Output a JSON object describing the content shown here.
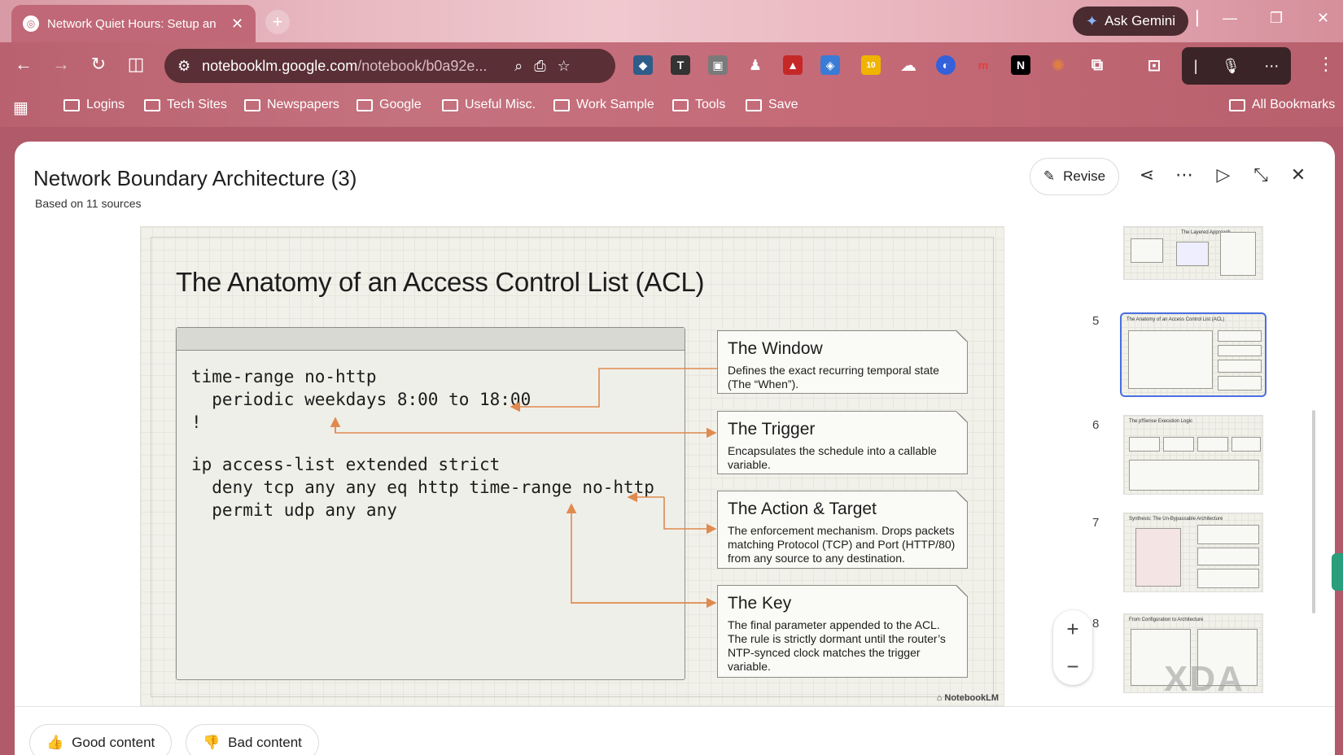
{
  "browser": {
    "tab_title": "Network Quiet Hours: Setup an",
    "ask_gemini": "Ask Gemini",
    "url_host": "notebooklm.google.com",
    "url_path": "/notebook/b0a92e...",
    "extension_badge": "10",
    "bookmarks": [
      "Logins",
      "Tech Sites",
      "Newspapers",
      "Google",
      "Useful Misc.",
      "Work Sample",
      "Tools",
      "Save"
    ],
    "all_bookmarks": "All Bookmarks"
  },
  "panel": {
    "title": "Network Boundary Architecture (3)",
    "subtitle": "Based on 11 sources",
    "revise_label": "Revise"
  },
  "slide": {
    "title": "The Anatomy of an Access Control List (ACL)",
    "code_lines": [
      "time-range no-http",
      "  periodic weekdays 8:00 to 18:00",
      "!",
      "ip access-list extended strict",
      "  deny tcp any any eq http time-range no-http",
      "  permit udp any any"
    ],
    "cards": [
      {
        "title": "The Window",
        "body": "Defines the exact recurring temporal state (The “When”)."
      },
      {
        "title": "The Trigger",
        "body": "Encapsulates the schedule into a callable variable."
      },
      {
        "title": "The Action & Target",
        "body": "The enforcement mechanism. Drops packets matching Protocol (TCP) and Port (HTTP/80) from any source to any destination."
      },
      {
        "title": "The Key",
        "body": "The final parameter appended to the ACL. The rule is strictly dormant until the router’s NTP-synced clock matches the trigger variable."
      }
    ],
    "brand": "NotebookLM",
    "arrow_color": "#e08a4f"
  },
  "thumbnails": [
    {
      "num": "",
      "caption": "The Layered Approach"
    },
    {
      "num": "5",
      "caption": "The Anatomy of an Access Control List (ACL)"
    },
    {
      "num": "6",
      "caption": "The pfSense Execution Logic"
    },
    {
      "num": "7",
      "caption": "Synthesis: The Un-Bypassable Architecture"
    },
    {
      "num": "8",
      "caption": "From Configuration to Architecture"
    }
  ],
  "zoom": {
    "plus": "+",
    "minus": "−"
  },
  "footer": {
    "good": "Good content",
    "bad": "Bad content"
  },
  "watermark": "XDA",
  "colors": {
    "accent": "#4a6fe0",
    "chrome": "#c06877"
  }
}
